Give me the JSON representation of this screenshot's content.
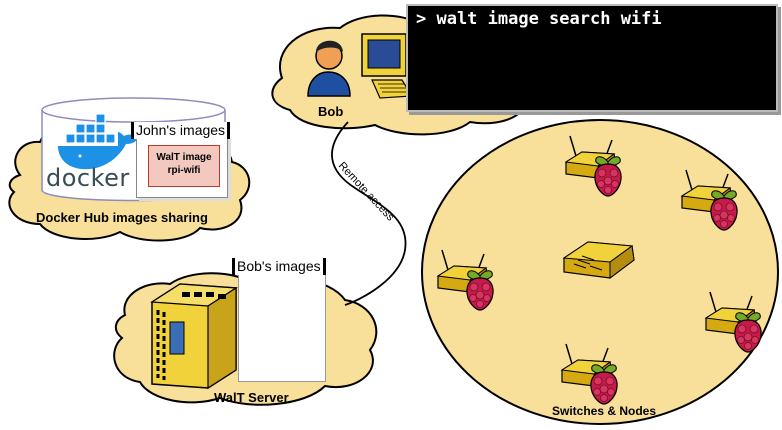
{
  "terminal": {
    "command": "> walt image search wifi"
  },
  "bob": {
    "name": "Bob"
  },
  "docker_hub": {
    "logo_text": "docker",
    "johns_images_title": "John's images",
    "image_card_line1": "WalT image",
    "image_card_line2": "rpi-wifi",
    "caption": "Docker Hub images sharing"
  },
  "connection": {
    "label": "Remote access"
  },
  "walt_server": {
    "bobs_images_title": "Bob's images",
    "caption": "WalT Server"
  },
  "network": {
    "caption": "Switches & Nodes"
  },
  "colors": {
    "cloud_fill": "#f8e09a",
    "server_yellow": "#f2d23a",
    "raspberry": "#c51a4a",
    "leaf": "#75a928",
    "terminal_bg": "#000000",
    "docker_blue": "#1d91e6"
  },
  "icons": [
    "person-icon",
    "computer-icon",
    "docker-whale-icon",
    "server-icon",
    "switch-icon",
    "raspberry-pi-icon"
  ]
}
